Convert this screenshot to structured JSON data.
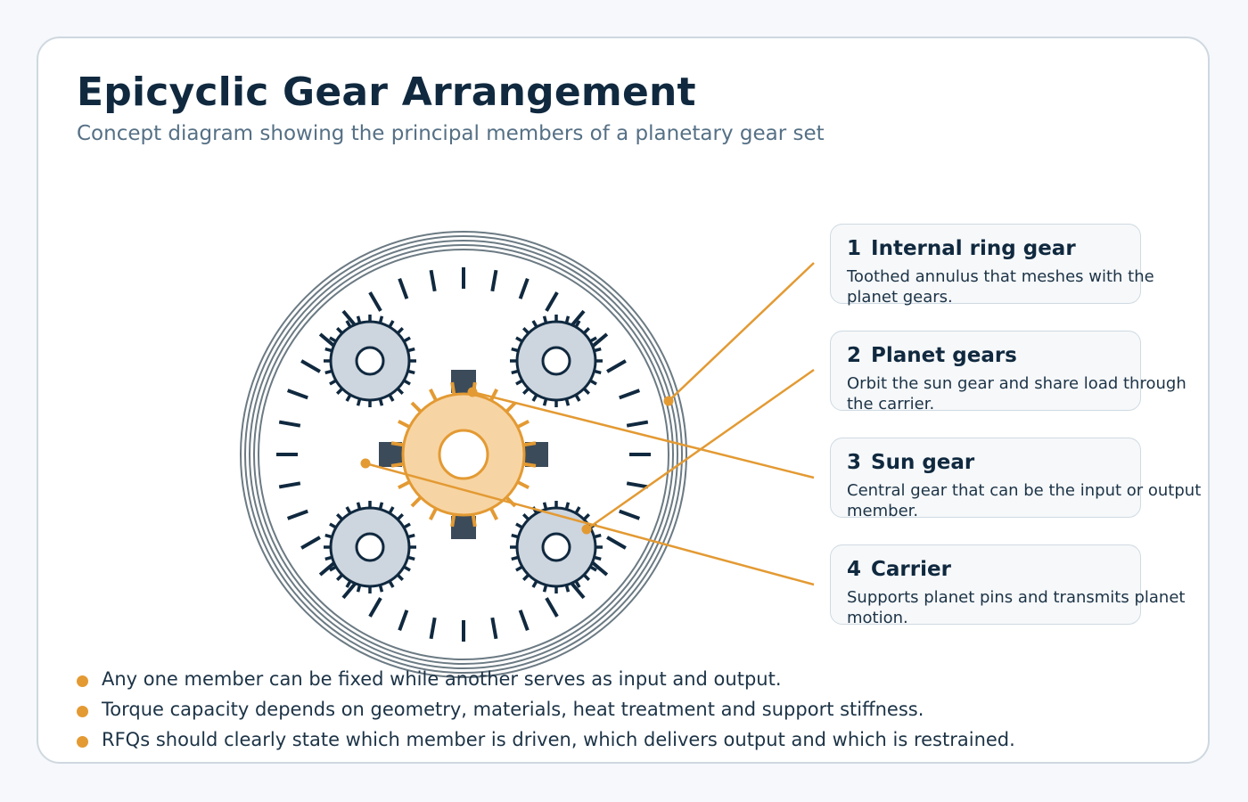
{
  "header": {
    "title": "Epicyclic Gear Arrangement",
    "subtitle": "Concept diagram showing the principal members of a planetary gear set"
  },
  "callouts": [
    {
      "number": "1",
      "title": "Internal ring gear",
      "text": "Toothed annulus that meshes with the planet gears."
    },
    {
      "number": "2",
      "title": "Planet gears",
      "text": "Orbit the sun gear and share load through the carrier."
    },
    {
      "number": "3",
      "title": "Sun gear",
      "text": "Central gear that can be the input or output member."
    },
    {
      "number": "4",
      "title": "Carrier",
      "text": "Supports planet pins and transmits planet motion."
    }
  ],
  "notes": [
    "Any one member can be fixed while another serves as input and output.",
    "Torque capacity depends on geometry, materials, heat treatment and support stiffness.",
    "RFQs should clearly state which member is driven, which delivers output and which is restrained."
  ],
  "colors": {
    "accent": "#e39a33",
    "sun_fill": "#f7d4a3",
    "planet_fill": "#cdd5de",
    "dark": "#10293f",
    "ring_outline": "#6b7a83",
    "carrier_block": "#3b4b5a"
  }
}
